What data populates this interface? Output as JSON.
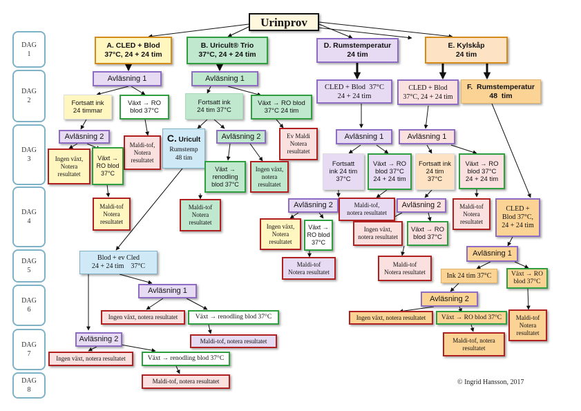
{
  "days": [
    "DAG\n1",
    "DAG\n2",
    "DAG\n3",
    "DAG\n4",
    "DAG\n5",
    "DAG\n6",
    "DAG\n7",
    "DAG\n8"
  ],
  "title": "Urinprov",
  "nodes": {
    "a_cled": "A. CLED + Blod\n37°C, 24 + 24 tim",
    "b_uricult": "B. Uricult® Trio\n37°C, 24 + 24 tim",
    "d_rumstemp": "D. Rumstemperatur\n24 tim",
    "e_kylskap": "E. Kylskåp\n24 tim",
    "a_avl1": "Avläsning 1",
    "b_avl1": "Avläsning 1",
    "d_cled": "CLED + Blod  37°C\n24 + 24 tim",
    "e_cled": "CLED + Blod\n37°C, 24 + 24 tim",
    "f_rumstemp": "F.  Rumstemperatur\n48  tim",
    "a_fortsatt": "Fortsatt ink\n24 timmar",
    "a_vaxt_ro": "Växt → RO\nblod 37°C",
    "b_fortsatt": "Fortsatt ink\n24 tim 37°C",
    "b_vaxt_ro": "Växt → RO blod\n37°C 24 tim",
    "a_avl2": "Avläsning 2",
    "a_maldi1": "Maldi-tof,\nNotera\nresultatet",
    "c_uricult_label": "C.",
    "c_uricult_word": "Uricult",
    "c_uricult_sub": "Rumstemp\n48 tim",
    "b_avl2": "Avläsning 2",
    "b_ev_maldi": "Ev Maldi\nNotera\nresultatet",
    "d_avl1": "Avläsning 1",
    "e_avl1": "Avläsning 1",
    "a_ingen": "Ingen växt,\nNotera\nresultatet",
    "a_vaxt_ro2": "Växt →\nRO blod\n37°C",
    "b_vaxt_renodling": "Växt →\nrenodling\nblod 37°C",
    "b_ingen": "Ingen växt,\nnotera\nresultatet",
    "d_fortsatt": "Fortsatt\nink 24 tim\n37°C",
    "d_vaxt_ro": "Växt → RO\nblod 37°C\n24 + 24 tim",
    "e_fortsatt": "Fortsatt ink\n24 tim\n37°C",
    "e_vaxt_ro": "Växt → RO\nblod 37°C\n24 + 24 tim",
    "a_maldi2": "Maldi-tof\nNotera\nresultatet",
    "b_maldi": "Maldi-tof\nNotera\nresultatet",
    "d_avl2": "Avläsning 2",
    "d_maldi": "Maldi-tof,\nnotera resultatet",
    "e_avl2": "Avläsning 2",
    "e_maldi": "Maldi-tof\nNotera\nresultatet",
    "f_cled": "CLED +\nBlod 37°C,\n24 + 24 tim",
    "d_ingen": "Ingen växt,\nNotera\nresultatet",
    "d_vaxt_ro2": "Växt →\nRO blod\n37°C",
    "e_ingen": "Ingen växt,\nnotera resultatet",
    "e_vaxt_ro2": "Växt → RO\nblod 37°C",
    "c_blod": "Blod + ev Cled\n24 + 24 tim    37°C",
    "d_maldi2": "Maldi-tof\nNotera resultatet",
    "e_maldi2": "Maldi-tof\nNotera resultatet",
    "f_avl1": "Avläsning 1",
    "c_avl1": "Avläsning 1",
    "f_ink": "Ink 24 tim 37°C",
    "f_vaxt_ro": "Växt → RO\nblod 37°C",
    "f_avl2": "Avläsning 2",
    "c_ingen1": "Ingen växt, notera resultatet",
    "c_vaxt_ren1": "Växt → renodling blod 37°C",
    "f_ingen": "Ingen växt, notera resultatet",
    "f_vaxt_ro2": "Växt → RO blod 37°C",
    "f_maldi": "Maldi-tof\nNotera\nresultatet",
    "c_maldi1": "Maldi-tof, notera resultatet",
    "c_avl2": "Avläsning 2",
    "f_maldi2": "Maldi-tof, notera\nresultatet",
    "c_ingen2": "Ingen växt, notera resultatet",
    "c_vaxt_ren2": "Växt → renodling blod 37°C",
    "c_maldi2": "Maldi-tof, notera resultatet"
  },
  "copyright": "© Ingrid Hansson, 2017",
  "colors": {
    "green_border": "#2e9e3f",
    "red_border": "#b12020",
    "purple_border": "#8e6cc4",
    "orange_border": "#d68a1a",
    "day_border": "#7fb2c6"
  }
}
